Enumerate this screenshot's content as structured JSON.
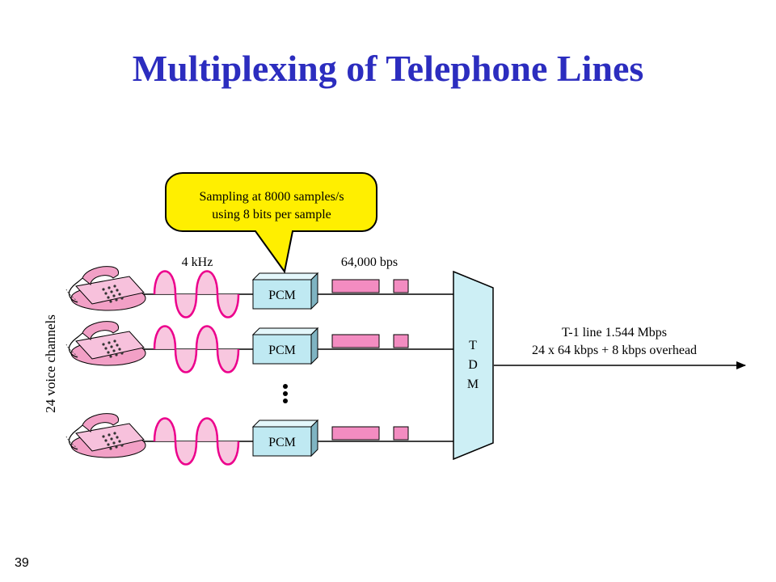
{
  "slide": {
    "title": "Multiplexing of Telephone Lines",
    "page_number": "39"
  },
  "diagram": {
    "callout": {
      "line1": "Sampling at 8000 samples/s",
      "line2": "using 8 bits per sample"
    },
    "frequency_label": "4 kHz",
    "bitrate_label": "64,000 bps",
    "side_label": "24 voice channels",
    "pcm_label": "PCM",
    "ellipsis": "•\n•\n•",
    "tdm_letters": [
      "T",
      "D",
      "M"
    ],
    "output": {
      "line1": "T-1 line 1.544 Mbps",
      "line2": "24 x 64 kbps + 8 kbps overhead"
    },
    "channels": [
      {
        "id": "channel-1"
      },
      {
        "id": "channel-2"
      },
      {
        "id": "channel-24"
      }
    ],
    "colors": {
      "title": "#2c2dbf",
      "callout_fill": "#ffef00",
      "pcm_fill": "#bfe9f2",
      "pcm_side": "#7fb4c2",
      "wave": "#ec008c",
      "wave_fill": "#f7c1dc",
      "pulse_fill": "#f38cc1",
      "tdm_fill": "#cdeff5",
      "phone": "#f2a0c6"
    }
  }
}
